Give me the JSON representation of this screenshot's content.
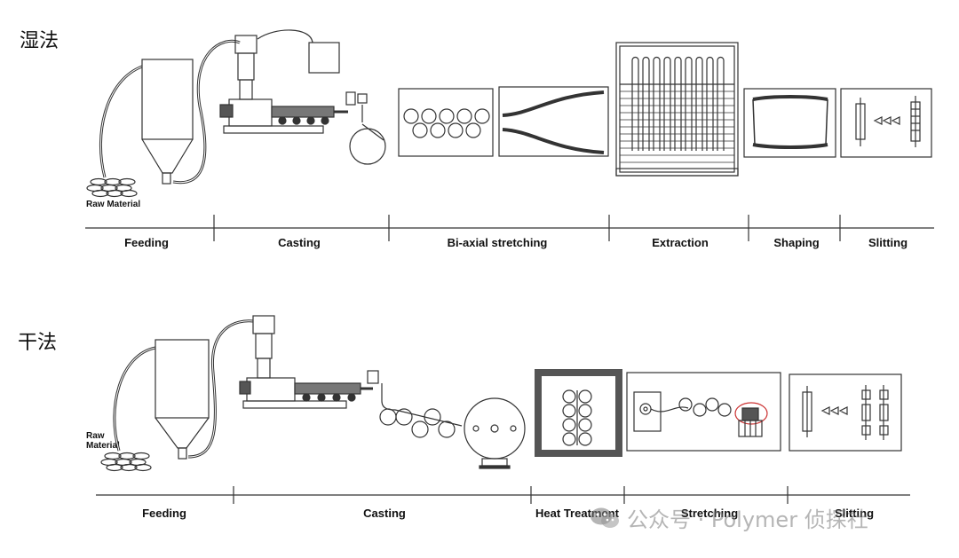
{
  "sections": {
    "wet": {
      "title": "湿法",
      "raw_material": "Raw Material",
      "stages": [
        "Feeding",
        "Casting",
        "Bi-axial stretching",
        "Extraction",
        "Shaping",
        "Slitting"
      ]
    },
    "dry": {
      "title": "干法",
      "raw_material_line1": "Raw",
      "raw_material_line2": "Material",
      "stages": [
        "Feeding",
        "Casting",
        "Heat Treatment",
        "Stretching",
        "Slitting"
      ]
    }
  },
  "watermark": {
    "text": "公众号 · Polymer 侦探社",
    "icon": "wechat-icon"
  },
  "colors": {
    "line": "#333333",
    "text": "#111111",
    "watermark": "#8a8a8a"
  }
}
